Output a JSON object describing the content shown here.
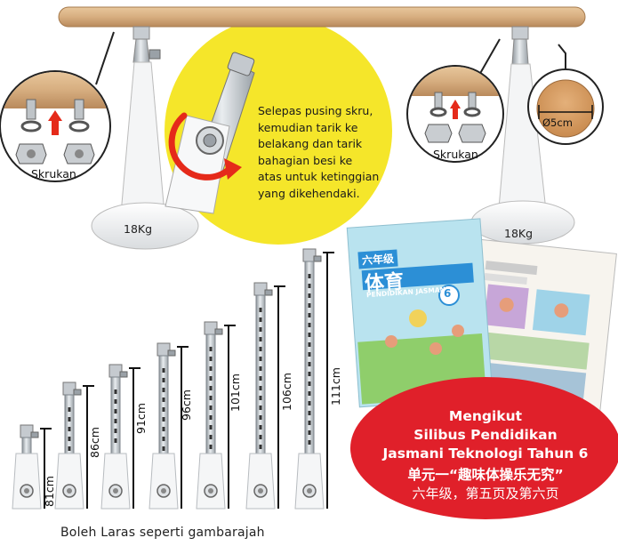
{
  "instruction": {
    "lines": [
      "Selepas pusing skru,",
      "kemudian tarik ke",
      "belakang dan tarik",
      "bahagian besi ke",
      "atas untuk ketinggian",
      "yang dikehendaki."
    ]
  },
  "labels": {
    "skrukan_left": "Skrukan",
    "skrukan_right": "Skrukan",
    "weight_left": "18Kg",
    "weight_right": "18Kg",
    "diameter": "Ø5cm"
  },
  "heights": [
    "81cm",
    "86cm",
    "91cm",
    "96cm",
    "101cm",
    "106cm",
    "111cm"
  ],
  "caption": "Boleh Laras seperti gambarajah",
  "badge": {
    "line1": "Mengikut",
    "line2": "Silibus Pendidikan",
    "line3": "Jasmani Teknologi Tahun 6",
    "line4": "单元一“趣味体操乐无究”",
    "line5": "六年级，第五页及第六页"
  },
  "book": {
    "title_top": "六年级",
    "title_main": "体育",
    "subtitle": "PENDIDIKAN JASMANI",
    "grade": "6"
  },
  "colors": {
    "wood": "#d9b184",
    "yellow": "#f5e62a",
    "badge_red": "#e0202a",
    "arrow_red": "#e52a1a",
    "metal": "#b8bec4"
  }
}
